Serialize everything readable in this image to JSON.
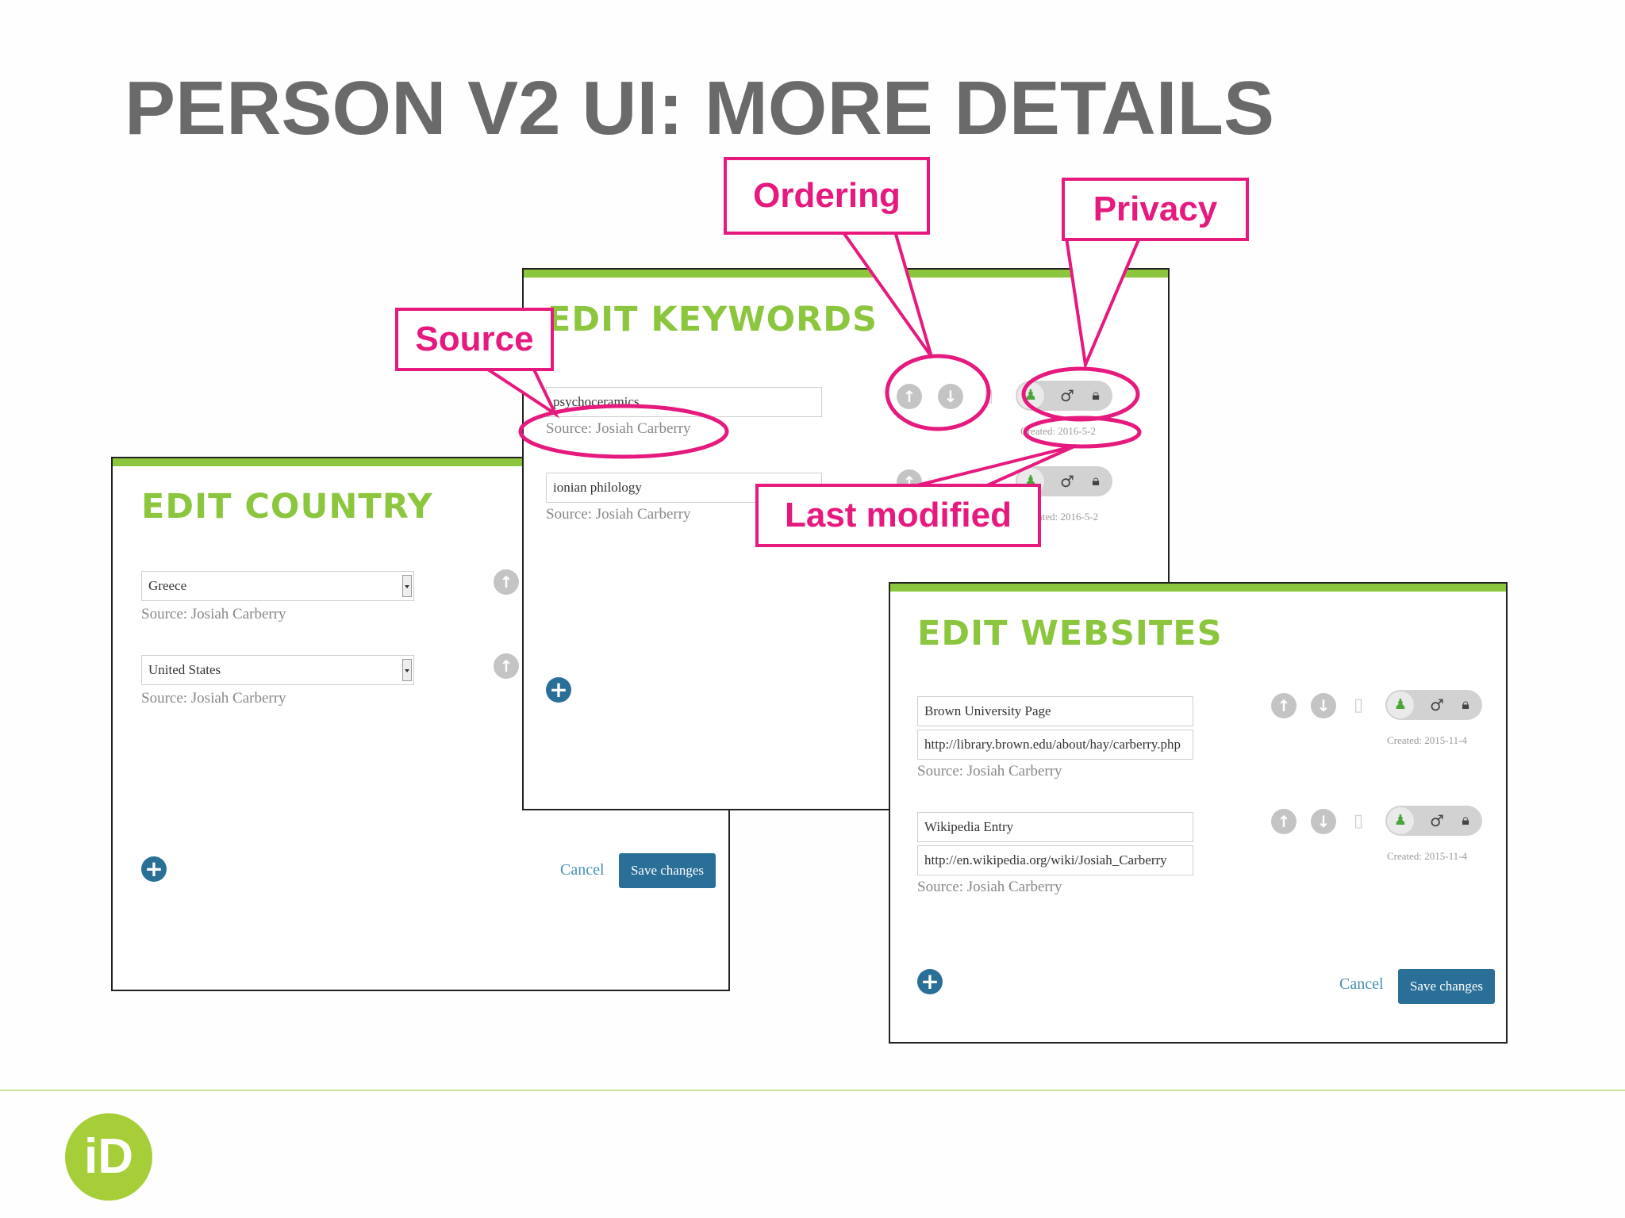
{
  "slide": {
    "title": "PERSON V2 UI: MORE DETAILS",
    "logo": "iD"
  },
  "country_panel": {
    "title": "EDIT COUNTRY",
    "items": [
      {
        "value": "Greece",
        "source": "Source: Josiah Carberry"
      },
      {
        "value": "United States",
        "source": "Source: Josiah Carberry"
      }
    ],
    "add_icon": "plus-circle-icon",
    "cancel_label": "Cancel",
    "save_label": "Save changes"
  },
  "keywords_panel": {
    "title": "EDIT KEYWORDS",
    "items": [
      {
        "value": "psychoceramics",
        "source": "Source: Josiah Carberry",
        "created": "Created: 2016-5-2"
      },
      {
        "value": "ionian philology",
        "source": "Source: Josiah Carberry",
        "created": "ated: 2016-5-2"
      }
    ],
    "add_icon": "plus-circle-icon"
  },
  "websites_panel": {
    "title": "EDIT WEBSITES",
    "items": [
      {
        "name": "Brown University Page",
        "url": "http://library.brown.edu/about/hay/carberry.php",
        "source": "Source: Josiah Carberry",
        "created": "Created: 2015-11-4"
      },
      {
        "name": "Wikipedia Entry",
        "url": "http://en.wikipedia.org/wiki/Josiah_Carberry",
        "source": "Source: Josiah Carberry",
        "created": "Created: 2015-11-4"
      }
    ],
    "add_icon": "plus-circle-icon",
    "cancel_label": "Cancel",
    "save_label": "Save changes"
  },
  "callouts": {
    "ordering": "Ordering",
    "privacy": "Privacy",
    "source": "Source",
    "last_modified": "Last modified"
  },
  "colors": {
    "accent_green": "#8cc63e",
    "callout_pink": "#e6197e",
    "button_blue": "#2a6f97",
    "title_gray": "#6a6a6a"
  },
  "icons": {
    "move_up": "arrow-up-circle-icon",
    "move_down": "arrow-down-circle-icon",
    "delete": "trash-icon",
    "public": "everyone-icon",
    "limited": "trusted-icon",
    "private": "lock-icon"
  }
}
